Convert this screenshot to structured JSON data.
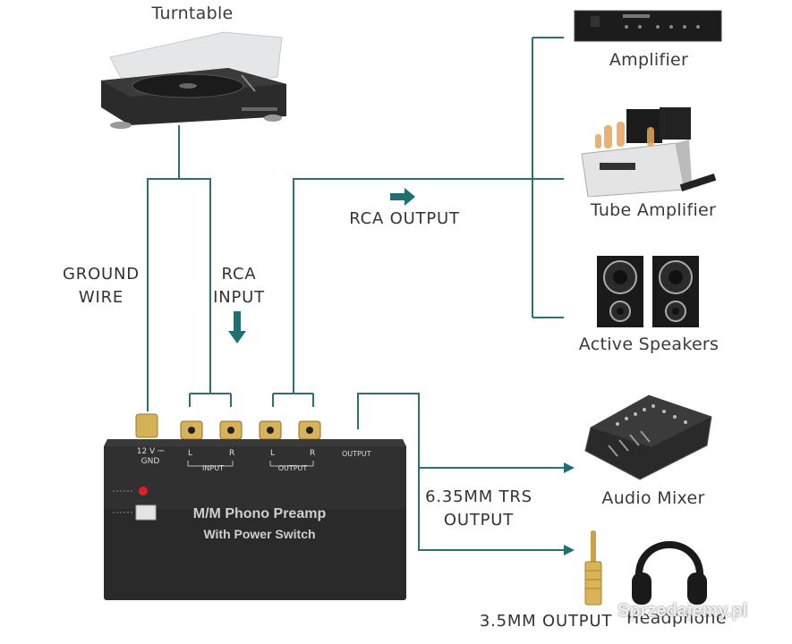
{
  "devices": {
    "turntable": "Turntable",
    "amplifier": "Amplifier",
    "tube_amplifier": "Tube Amplifier",
    "active_speakers": "Active Speakers",
    "audio_mixer": "Audio Mixer",
    "headphone": "Headphone"
  },
  "connections": {
    "ground_wire_1": "GROUND",
    "ground_wire_2": "WIRE",
    "rca_input_1": "RCA",
    "rca_input_2": "INPUT",
    "rca_output": "RCA OUTPUT",
    "trs_output_1": "6.35MM TRS",
    "trs_output_2": "OUTPUT",
    "mini_output": "3.5MM OUTPUT"
  },
  "preamp": {
    "title": "M/M Phono Preamp",
    "subtitle": "With Power Switch",
    "power_label_1": "12 V ⎓",
    "power_label_2": "GND",
    "input_label": "INPUT",
    "output_label": "OUTPUT",
    "trs_label": "OUTPUT",
    "left": "L",
    "right": "R"
  },
  "watermark": "Sprzedajemy.pl",
  "colors": {
    "wire": "#2e6f73",
    "arrow": "#1f6f73",
    "preamp_body": "#2a2a2a"
  }
}
